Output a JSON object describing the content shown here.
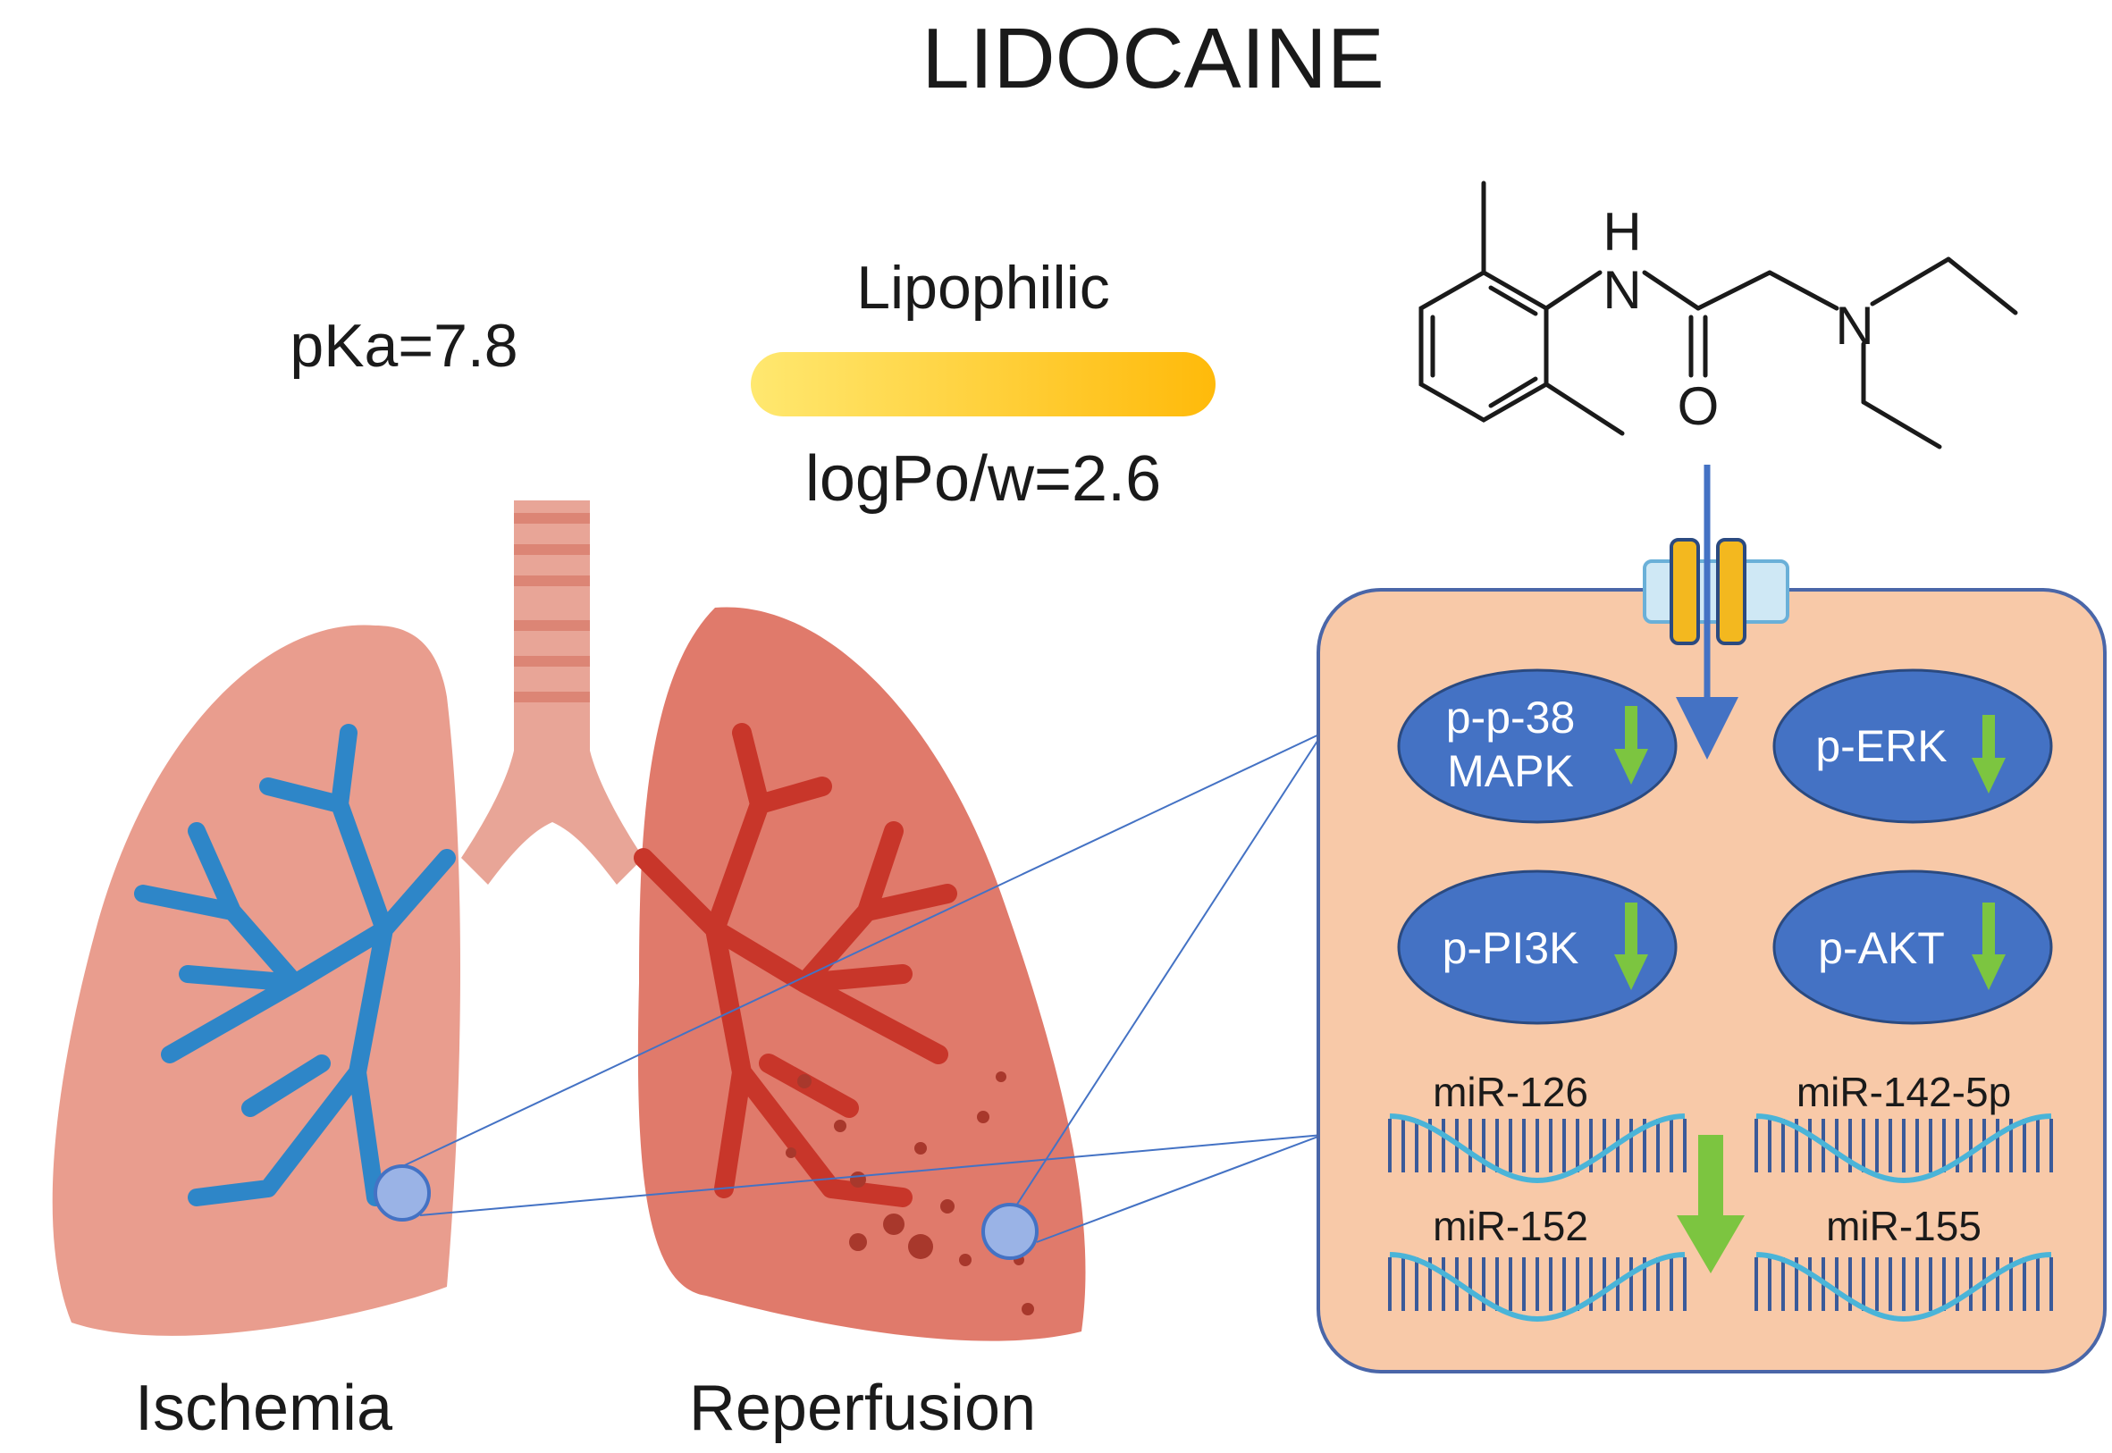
{
  "title": "LIDOCAINE",
  "pka": "pKa=7.8",
  "lipophilic": {
    "label": "Lipophilic",
    "logp": "logPo/w=2.6"
  },
  "molecule": {
    "atom_h": "H",
    "atom_n_amide": "N",
    "atom_n_amine": "N",
    "atom_o": "O"
  },
  "lungs": {
    "left_label": "Ischemia",
    "right_label": "Reperfusion"
  },
  "cell": {
    "proteins": [
      {
        "line1": "p-p-38",
        "line2": "MAPK",
        "trend": "down"
      },
      {
        "line1": "p-ERK",
        "trend": "down"
      },
      {
        "line1": "p-PI3K",
        "trend": "down"
      },
      {
        "line1": "p-AKT",
        "trend": "down"
      }
    ],
    "mirnas": [
      "miR-126",
      "miR-142-5p",
      "miR-152",
      "miR-155"
    ],
    "mirna_trend": "down"
  },
  "colors": {
    "cell_fill": "#f8c9a8",
    "cell_border": "#4a66a8",
    "protein_fill": "#4472c4",
    "arrow_down": "#7cc540",
    "flow_arrow": "#4472c4",
    "lung_left": "#e99d8e",
    "lung_right": "#e07a6b",
    "vessel_blue": "#2e86c8",
    "vessel_red": "#c8362a",
    "rna_strand": "#4ab4d8",
    "lipo_bar_start": "#ffe36a",
    "lipo_bar_end": "#ffbe10"
  }
}
